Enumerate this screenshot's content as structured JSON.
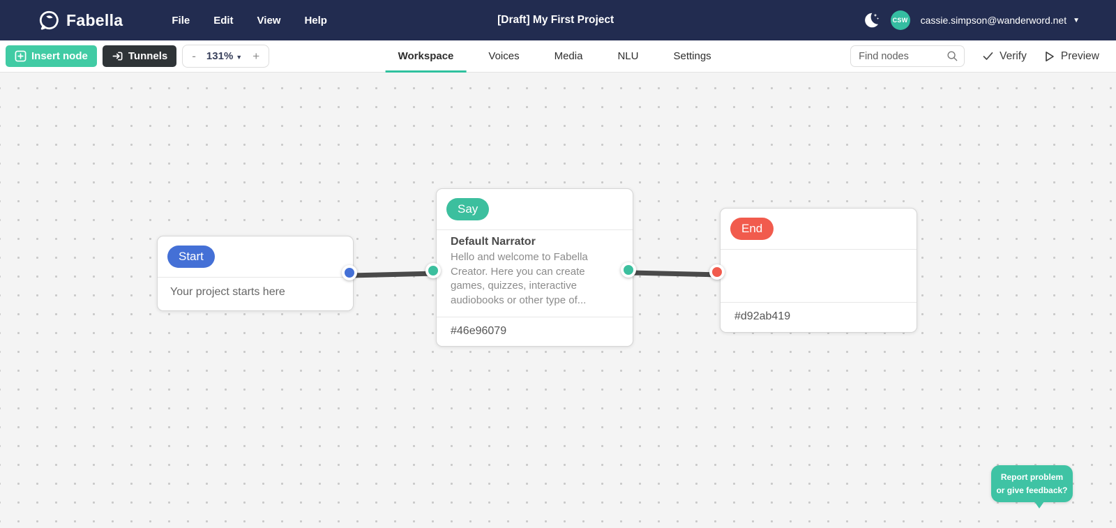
{
  "navbar": {
    "brand": "Fabella",
    "menus": [
      "File",
      "Edit",
      "View",
      "Help"
    ],
    "title": "[Draft] My First Project",
    "user": {
      "initials": "CSW",
      "email": "cassie.simpson@wanderword.net"
    }
  },
  "toolbar": {
    "insert_node": "Insert node",
    "tunnels": "Tunnels",
    "zoom": {
      "minus": "-",
      "level": "131%",
      "plus": "+"
    },
    "tabs": [
      {
        "label": "Workspace",
        "active": true
      },
      {
        "label": "Voices",
        "active": false
      },
      {
        "label": "Media",
        "active": false
      },
      {
        "label": "NLU",
        "active": false
      },
      {
        "label": "Settings",
        "active": false
      }
    ],
    "find_nodes_placeholder": "Find nodes",
    "verify": "Verify",
    "preview": "Preview"
  },
  "canvas": {
    "nodes": {
      "start": {
        "badge": "Start",
        "body": "Your project starts here",
        "color": "#4470d6"
      },
      "say": {
        "badge": "Say",
        "speaker": "Default Narrator",
        "text": "Hello and welcome to Fabella Creator. Here you can create games, quizzes, interactive audiobooks or other type of...",
        "footer": "#46e96079",
        "color": "#3cbf9e"
      },
      "end": {
        "badge": "End",
        "footer": "#d92ab419",
        "color": "#f15b4d"
      }
    },
    "feedback": "Report problem or give feedback?"
  },
  "colors": {
    "navbar_bg": "#222c50",
    "accent_teal": "#41cba4",
    "tab_underline": "#2fc19e",
    "start_blue": "#4470d6",
    "say_teal": "#3cbf9e",
    "end_red": "#f15b4d",
    "connection_line": "#4a4a4a",
    "canvas_bg": "#f4f4f4",
    "avatar_bg": "#35bda1"
  }
}
